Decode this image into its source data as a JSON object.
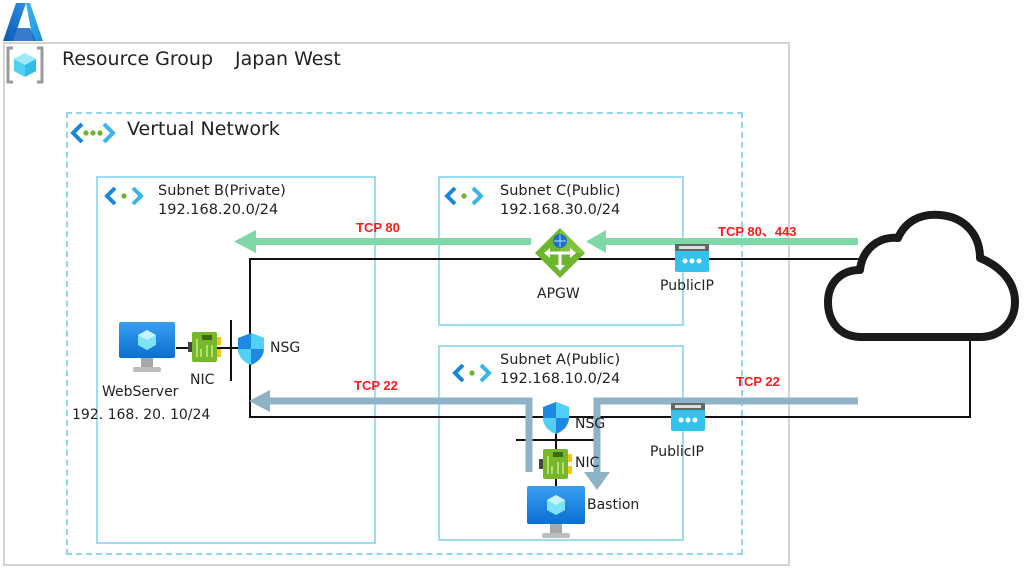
{
  "resource_group": {
    "label": "Resource Group",
    "region": "Japan West"
  },
  "vnet": {
    "label": "Vertual Network"
  },
  "subnets": {
    "b": {
      "name": "Subnet B(Private)",
      "cidr": "192.168.20.0/24"
    },
    "c": {
      "name": "Subnet C(Public)",
      "cidr": "192.168.30.0/24"
    },
    "a": {
      "name": "Subnet A(Public)",
      "cidr": "192.168.10.0/24"
    }
  },
  "nodes": {
    "webserver": {
      "name": "WebServer",
      "ip": "192. 168. 20. 10/24"
    },
    "webserver_nic": "NIC",
    "webserver_nsg": "NSG",
    "apgw": "APGW",
    "apgw_public_ip": "PublicIP",
    "bastion": "Bastion",
    "bastion_nic": "NIC",
    "bastion_nsg": "NSG",
    "bastion_public_ip": "PublicIP"
  },
  "flows": {
    "http_internal": "TCP 80",
    "http_external": "TCP 80、443",
    "ssh_internal": "TCP 22",
    "ssh_external": "TCP 22"
  },
  "colors": {
    "http_arrow": "#7fd8a8",
    "ssh_arrow": "#8fb3c6",
    "tcp_label": "#ff1a1a",
    "subnet_border": "#9ddcf2",
    "vnet_border": "#8fd6f0",
    "azure_blue": "#0078d4"
  }
}
